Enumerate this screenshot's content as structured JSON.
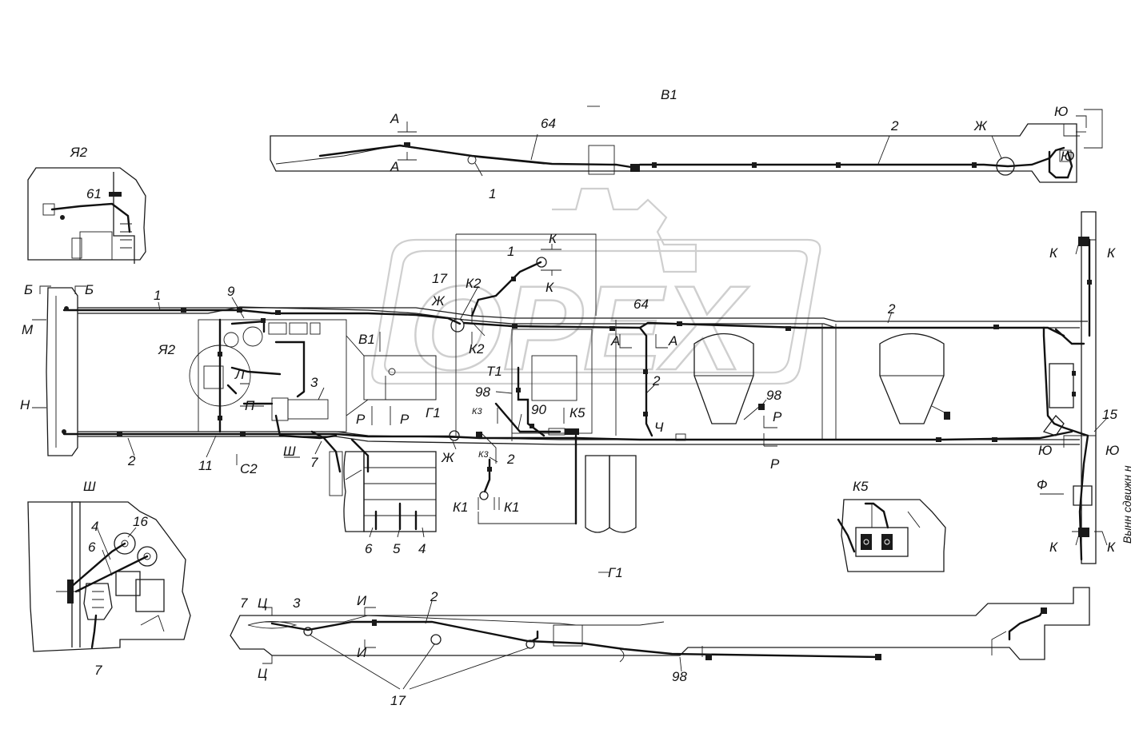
{
  "watermark": {
    "text": "OPEX"
  },
  "views": {
    "v1": {
      "title": "В1",
      "labels": [
        "А",
        "А",
        "64",
        "1",
        "2",
        "Ж",
        "Ю",
        "Ю"
      ]
    },
    "ya2": {
      "title": "Я2",
      "labels": [
        "61"
      ]
    },
    "main": {
      "labels": [
        "Б",
        "Б",
        "М",
        "Н",
        "1",
        "9",
        "Я2",
        "Л",
        "П",
        "3",
        "11",
        "2",
        "С2",
        "Ш",
        "7",
        "17",
        "К2",
        "К2",
        "Ж",
        "1",
        "К",
        "К",
        "В1",
        "Р",
        "Р",
        "Г1",
        "К3",
        "90",
        "К5",
        "Т1",
        "98",
        "64",
        "А",
        "А",
        "2",
        "Ж",
        "К3",
        "2",
        "К1",
        "К1",
        "6",
        "5",
        "4",
        "Ч",
        "98",
        "Р",
        "Р",
        "2",
        "К",
        "К",
        "15",
        "Ю",
        "Ю",
        "Ф",
        "К",
        "К"
      ]
    },
    "sh": {
      "title": "Ш",
      "labels": [
        "4",
        "16",
        "6",
        "7"
      ]
    },
    "k5": {
      "title": "К5"
    },
    "g1": {
      "title": "Г1",
      "labels": [
        "7",
        "Ц",
        "3",
        "И",
        "2",
        "И",
        "Ц",
        "17",
        "98"
      ]
    },
    "side_note": {
      "text": "Вынн сдвижн н"
    }
  }
}
